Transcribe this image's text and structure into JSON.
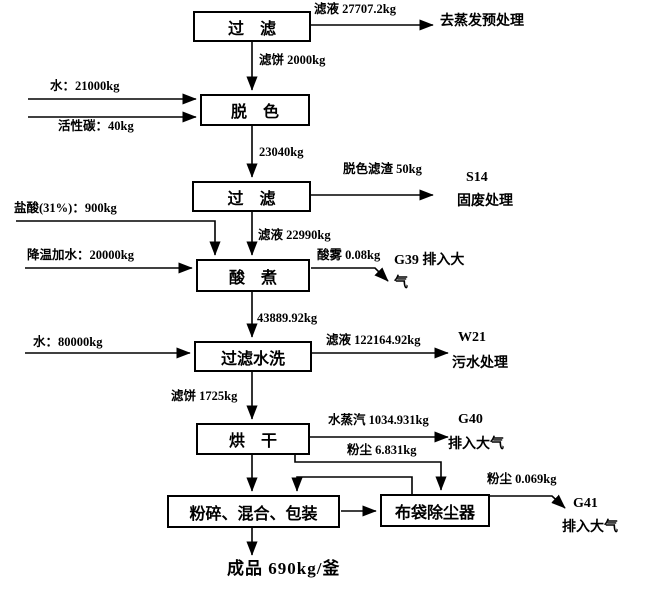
{
  "nodes": {
    "filter_top": "过　滤",
    "decolor": "脱　色",
    "filter_mid": "过　滤",
    "acid_boil": "酸　煮",
    "filter_wash": "过滤水洗",
    "dry": "烘　干",
    "crush_mix_pack": "粉碎、混合、包装",
    "bag_filter": "布袋除尘器"
  },
  "labels": {
    "filtrate_top": "滤液 27707.2kg",
    "to_evaporation": "去蒸发预处理",
    "filter_cake_2000": "滤饼 2000kg",
    "water_21000": "水：21000kg",
    "activated_carbon_40": "活性碳：40kg",
    "mass_23040": "23040kg",
    "decolor_residue_50": "脱色滤渣 50kg",
    "s14_code": "S14",
    "solid_waste_treatment": "固废处理",
    "filtrate_22990": "滤液 22990kg",
    "hcl_900": "盐酸(31%)：900kg",
    "cooling_water_20000": "降温加水：20000kg",
    "acid_mist_008": "酸雾 0.08kg",
    "g39_line1": "G39 排入大",
    "g39_line2": "气",
    "mass_43889": "43889.92kg",
    "water_80000": "水：80000kg",
    "filtrate_122164": "滤液 122164.92kg",
    "w21_code": "W21",
    "sewage_treatment": "污水处理",
    "filter_cake_1725": "滤饼 1725kg",
    "steam_1034": "水蒸汽 1034.931kg",
    "g40_code": "G40",
    "g40_air": "排入大气",
    "dust_6831": "粉尘 6.831kg",
    "dust_0069": "粉尘 0.069kg",
    "g41_code": "G41",
    "g41_air": "排入大气",
    "final_product": "成品  690kg/釜"
  },
  "colors": {
    "line": "#000000",
    "background": "#ffffff",
    "text": "#000000"
  }
}
